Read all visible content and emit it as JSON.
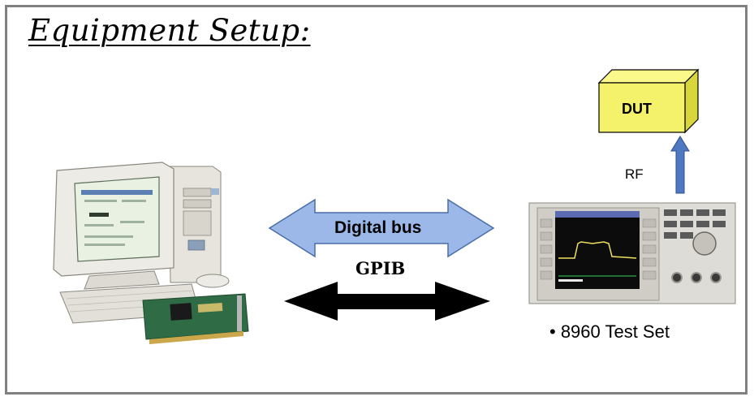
{
  "title": "Equipment Setup:",
  "labels": {
    "dut": "DUT",
    "rf": "RF",
    "digital_bus": "Digital bus",
    "gpib": "GPIB",
    "test_set": "• 8960 Test Set"
  },
  "colors": {
    "frame": "#808080",
    "dut_fill": "#f4f26a",
    "digital_bus_fill": "#9bb8e8",
    "gpib_fill": "#000000",
    "rf_arrow_fill": "#4f78c2"
  }
}
